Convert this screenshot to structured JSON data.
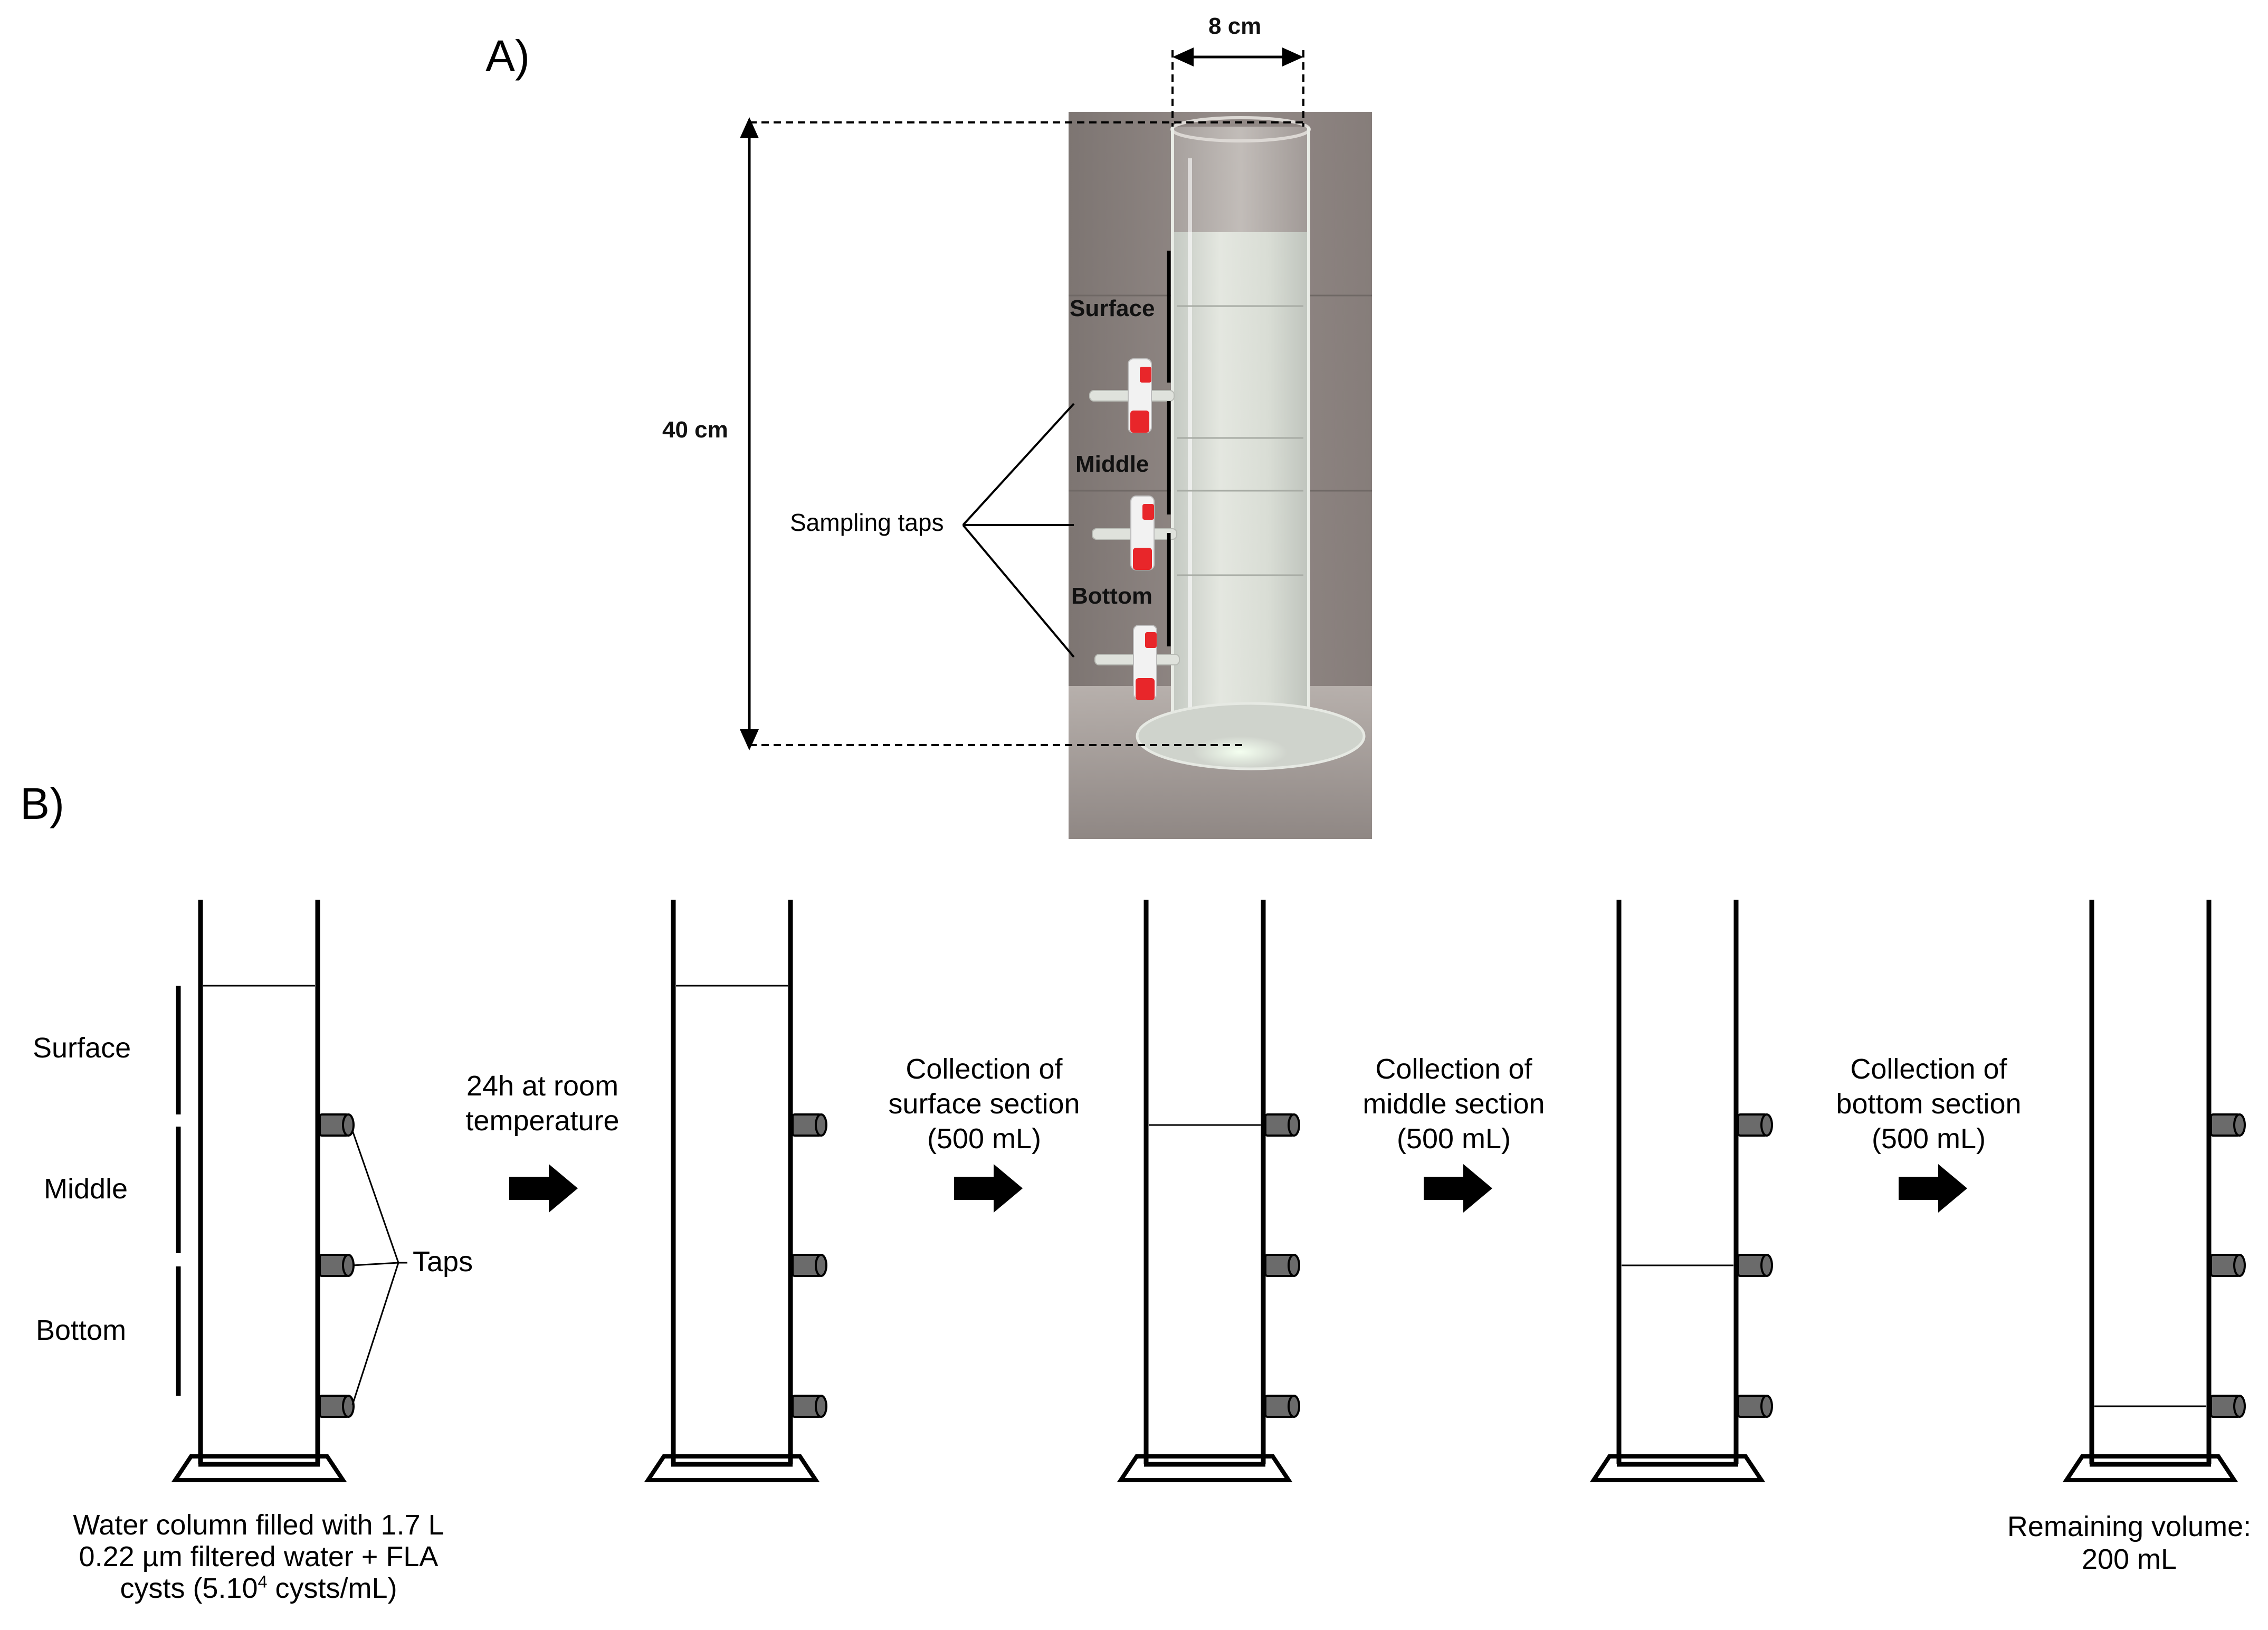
{
  "panel_a": {
    "label": "A)",
    "width_label": "8 cm",
    "height_label": "40 cm",
    "section_labels": {
      "surface": "Surface",
      "middle": "Middle",
      "bottom": "Bottom"
    },
    "taps_label": "Sampling taps",
    "colors": {
      "tap_red": "#e8262a",
      "wall": "#8f8582",
      "liquid": "#d8dcd4"
    }
  },
  "panel_b": {
    "label": "B)",
    "section_labels": {
      "surface": "Surface",
      "middle": "Middle",
      "bottom": "Bottom"
    },
    "taps_label": "Taps",
    "steps": [
      {
        "caption_line1": "Water column filled with 1.7 L",
        "caption_line2": "0.22 µm filtered water + FLA",
        "caption_line3_pre": "cysts (5.10",
        "caption_line3_sup": "4",
        "caption_line3_post": " cysts/mL)"
      },
      {
        "caption": ""
      },
      {
        "caption": ""
      },
      {
        "caption": ""
      },
      {
        "caption": "Remaining volume:\n200 mL"
      }
    ],
    "arrows": [
      {
        "text": "24h at room\ntemperature"
      },
      {
        "text": "Collection of\nsurface section\n(500 mL)"
      },
      {
        "text": "Collection of\nmiddle section\n(500 mL)"
      },
      {
        "text": "Collection of\nbottom section\n(500 mL)"
      }
    ],
    "colors": {
      "tap": "#6b6b6b",
      "outline": "#000000"
    }
  }
}
